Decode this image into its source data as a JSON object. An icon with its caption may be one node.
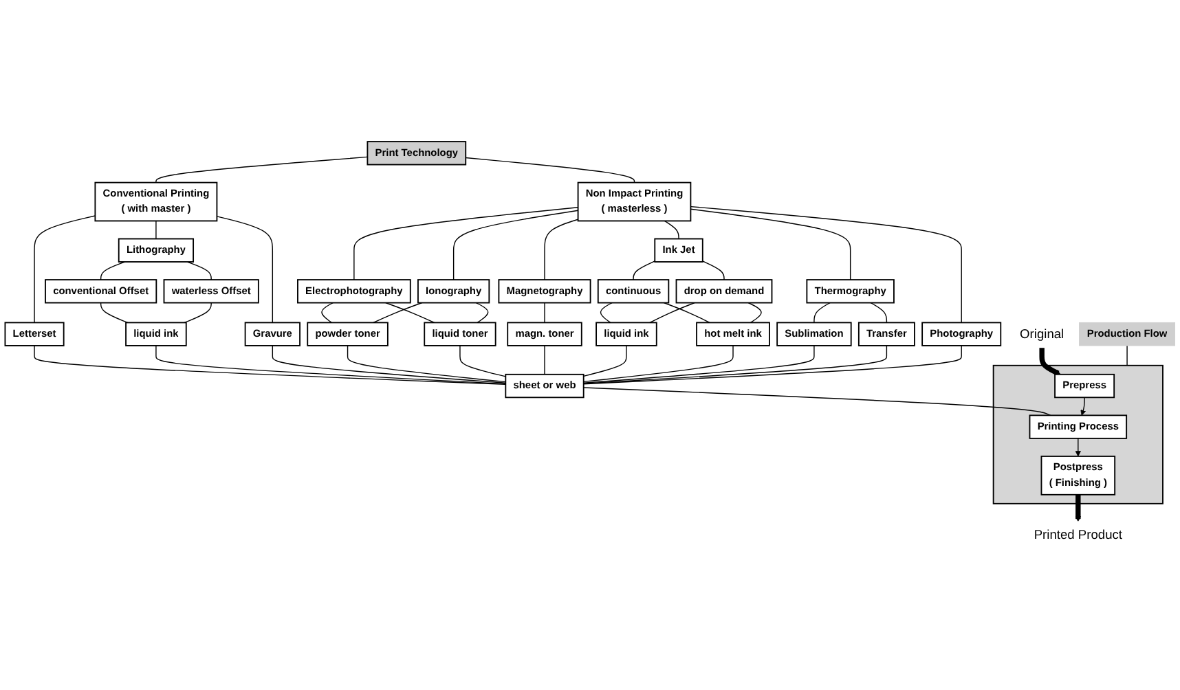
{
  "diagram": {
    "nodes": [
      {
        "text": [
          "Print Technology"
        ]
      },
      {
        "text": [
          "Conventional Printing",
          "( with master )"
        ]
      },
      {
        "text": [
          "Non Impact Printing",
          "( masterless )"
        ]
      },
      {
        "text": [
          "Letterset"
        ]
      },
      {
        "text": [
          "Lithography"
        ]
      },
      {
        "text": [
          "Gravure"
        ]
      },
      {
        "text": [
          "Electrophotography"
        ]
      },
      {
        "text": [
          "Ionography"
        ]
      },
      {
        "text": [
          "Magnetography"
        ]
      },
      {
        "text": [
          "Ink Jet"
        ]
      },
      {
        "text": [
          "Thermography"
        ]
      },
      {
        "text": [
          "Photography"
        ]
      },
      {
        "text": [
          "conventional Offset"
        ]
      },
      {
        "text": [
          "waterless Offset"
        ]
      },
      {
        "text": [
          "continuous"
        ]
      },
      {
        "text": [
          "drop on demand"
        ]
      },
      {
        "text": [
          "liquid ink"
        ]
      },
      {
        "text": [
          "powder toner"
        ]
      },
      {
        "text": [
          "liquid toner"
        ]
      },
      {
        "text": [
          "magn. toner"
        ]
      },
      {
        "text": [
          "liquid ink"
        ]
      },
      {
        "text": [
          "hot melt ink"
        ]
      },
      {
        "text": [
          "Sublimation"
        ]
      },
      {
        "text": [
          "Transfer"
        ]
      },
      {
        "text": [
          "sheet or web"
        ]
      },
      {
        "text": [
          "Production Flow"
        ]
      },
      {
        "text": [],
        "shape": "box"
      },
      {
        "text": [
          "Prepress"
        ],
        "in": 26
      },
      {
        "text": [
          "Printing Process"
        ],
        "in": 26
      },
      {
        "text": [
          "Postpress",
          "( Finishing )"
        ],
        "in": 26
      },
      {
        "text": [
          "Original"
        ]
      },
      {
        "text": [
          "Printed Product"
        ]
      }
    ],
    "edges": [
      {
        "from": 0,
        "to": 1,
        "arrow": "none"
      },
      {
        "from": 0,
        "to": 2,
        "arrow": "none"
      },
      {
        "from": 1,
        "to": 3,
        "arrow": "none"
      },
      {
        "from": 1,
        "to": 4,
        "arrow": "none"
      },
      {
        "from": 1,
        "to": 5,
        "arrow": "none"
      },
      {
        "from": 2,
        "to": 6,
        "arrow": "none"
      },
      {
        "from": 2,
        "to": 7,
        "arrow": "none"
      },
      {
        "from": 2,
        "to": 8,
        "arrow": "none"
      },
      {
        "from": 2,
        "to": 9,
        "arrow": "none"
      },
      {
        "from": 2,
        "to": 10,
        "arrow": "none"
      },
      {
        "from": 2,
        "to": 11,
        "arrow": "none"
      },
      {
        "from": 4,
        "to": 12,
        "arrow": "none"
      },
      {
        "from": 4,
        "to": 13,
        "arrow": "none"
      },
      {
        "from": 12,
        "to": 16,
        "arrow": "none"
      },
      {
        "from": 13,
        "to": 16,
        "arrow": "none"
      },
      {
        "from": 6,
        "to": 17,
        "arrow": "none"
      },
      {
        "from": 6,
        "to": 18,
        "arrow": "none"
      },
      {
        "from": 7,
        "to": 17,
        "arrow": "none"
      },
      {
        "from": 7,
        "to": 18,
        "arrow": "none"
      },
      {
        "from": 8,
        "to": 19,
        "arrow": "none"
      },
      {
        "from": 9,
        "to": 14,
        "arrow": "none"
      },
      {
        "from": 9,
        "to": 15,
        "arrow": "none"
      },
      {
        "from": 14,
        "to": 20,
        "arrow": "none"
      },
      {
        "from": 14,
        "to": 21,
        "arrow": "none"
      },
      {
        "from": 15,
        "to": 20,
        "arrow": "none"
      },
      {
        "from": 15,
        "to": 21,
        "arrow": "none"
      },
      {
        "from": 10,
        "to": 22,
        "arrow": "none"
      },
      {
        "from": 10,
        "to": 23,
        "arrow": "none"
      },
      {
        "from": 3,
        "to": 24,
        "arrow": "none"
      },
      {
        "from": 16,
        "to": 24,
        "arrow": "none"
      },
      {
        "from": 5,
        "to": 24,
        "arrow": "none"
      },
      {
        "from": 17,
        "to": 24,
        "arrow": "none"
      },
      {
        "from": 18,
        "to": 24,
        "arrow": "none"
      },
      {
        "from": 19,
        "to": 24,
        "arrow": "none"
      },
      {
        "from": 20,
        "to": 24,
        "arrow": "none"
      },
      {
        "from": 21,
        "to": 24,
        "arrow": "none"
      },
      {
        "from": 22,
        "to": 24,
        "arrow": "none"
      },
      {
        "from": 23,
        "to": 24,
        "arrow": "none"
      },
      {
        "from": 11,
        "to": 24,
        "arrow": "none"
      },
      {
        "from": 24,
        "to": 28,
        "arrow": "none"
      },
      {
        "from": 25,
        "to": 26,
        "arrow": "none"
      },
      {
        "from": 30,
        "to": 27,
        "arrow": "to",
        "style": "thick"
      },
      {
        "from": 27,
        "to": 28,
        "arrow": "to"
      },
      {
        "from": 28,
        "to": 29,
        "arrow": "to"
      },
      {
        "from": 29,
        "to": 31,
        "arrow": "to",
        "style": "thick"
      }
    ]
  }
}
